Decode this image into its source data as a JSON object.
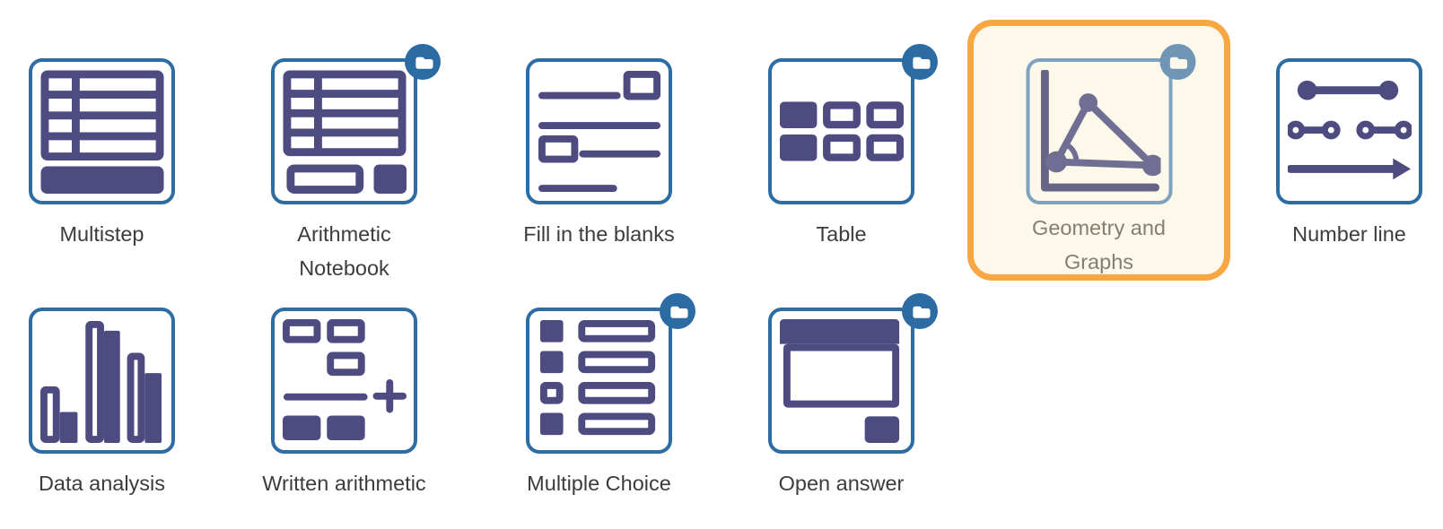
{
  "palette": {
    "tile_border": "#2e6da4",
    "icon_purple": "#4e4b81",
    "badge_blue": "#2d6ca3",
    "label_color": "#3c3c3c",
    "selected_border": "#f8a742",
    "selected_bg": "#fcf8ea",
    "selected_label": "#83806f",
    "selected_box_border": "#7ea2c0",
    "selected_icon": "#716e94",
    "selected_axes": "#676487",
    "selected_badge": "#7095b5"
  },
  "tiles": [
    {
      "label": "Multistep",
      "icon": "multistep-icon",
      "badge": false,
      "selected": false
    },
    {
      "label": "Arithmetic\nNotebook",
      "icon": "arithmetic-notebook-icon",
      "badge": true,
      "selected": false
    },
    {
      "label": "Fill in the blanks",
      "icon": "fill-in-the-blanks-icon",
      "badge": false,
      "selected": false
    },
    {
      "label": "Table",
      "icon": "table-icon",
      "badge": true,
      "selected": false
    },
    {
      "label": "Geometry and\nGraphs",
      "icon": "geometry-graphs-icon",
      "badge": true,
      "selected": true
    },
    {
      "label": "Number line",
      "icon": "number-line-icon",
      "badge": false,
      "selected": false
    },
    {
      "label": "Data analysis",
      "icon": "data-analysis-icon",
      "badge": false,
      "selected": false
    },
    {
      "label": "Written arithmetic",
      "icon": "written-arithmetic-icon",
      "badge": false,
      "selected": false
    },
    {
      "label": "Multiple Choice",
      "icon": "multiple-choice-icon",
      "badge": true,
      "selected": false
    },
    {
      "label": "Open answer",
      "icon": "open-answer-icon",
      "badge": true,
      "selected": false
    }
  ],
  "badge_icon": "folder-icon"
}
